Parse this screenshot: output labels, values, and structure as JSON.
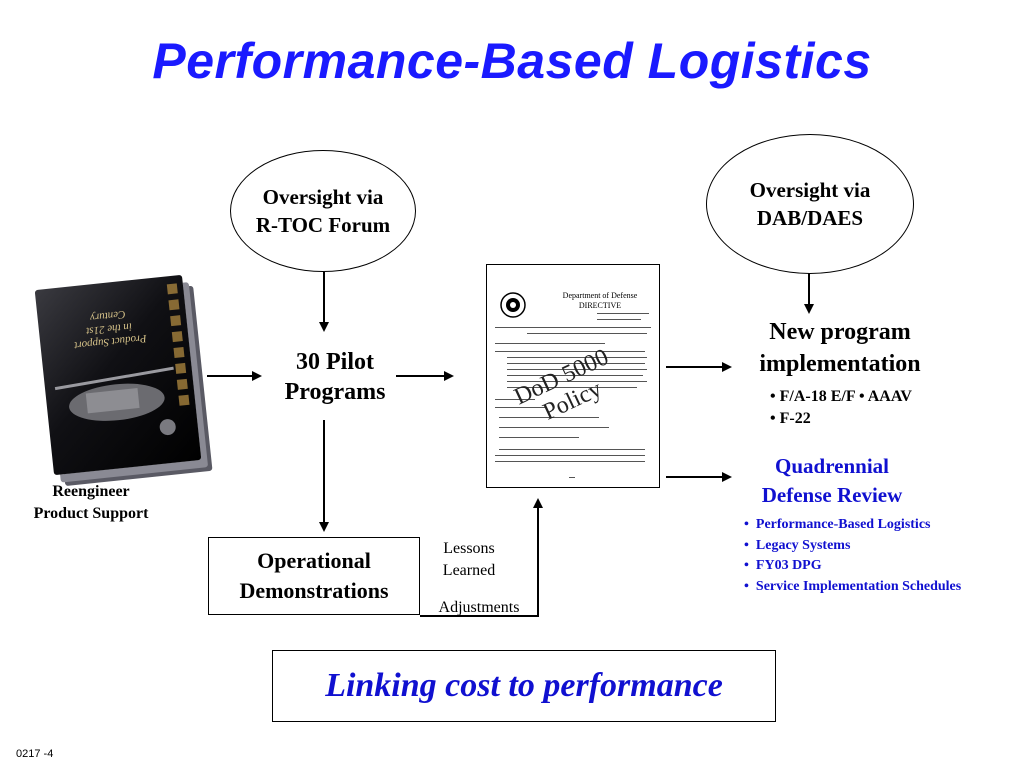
{
  "title": "Performance-Based Logistics",
  "oversight_rtoc": [
    "Oversight via",
    "R-TOC Forum"
  ],
  "oversight_dab": [
    "Oversight via",
    "DAB/DAES"
  ],
  "book": {
    "cover_lines": [
      "Product Support",
      "in the 21st",
      "Century"
    ],
    "caption": [
      "Reengineer",
      "Product Support"
    ]
  },
  "pilot_programs": [
    "30 Pilot",
    "Programs"
  ],
  "directive": {
    "header": [
      "Department of Defense",
      "DIRECTIVE"
    ],
    "stamp": [
      "DoD 5000",
      "Policy"
    ]
  },
  "operational_demos": [
    "Operational",
    "Demonstrations"
  ],
  "lessons_learned": [
    "Lessons",
    "Learned"
  ],
  "adjustments": "Adjustments",
  "new_program": {
    "heading": [
      "New program",
      "implementation"
    ],
    "items": [
      "• F/A-18 E/F  • AAAV",
      "• F-22"
    ]
  },
  "qdr": {
    "heading": [
      "Quadrennial",
      "Defense Review"
    ],
    "items": [
      "Performance-Based Logistics",
      "Legacy Systems",
      "FY03 DPG",
      "Service Implementation Schedules"
    ]
  },
  "tagline": "Linking cost to performance",
  "footer_code": "0217 -4",
  "colors": {
    "title": "#1a1aff",
    "qdr": "#1010d0",
    "tagline": "#1010d0"
  }
}
